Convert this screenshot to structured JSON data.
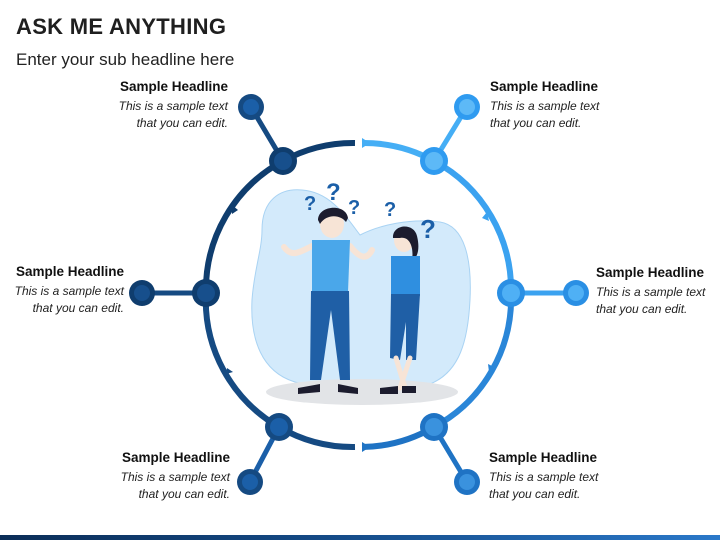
{
  "header": {
    "title": "ASK ME ANYTHING",
    "subtitle": "Enter your sub headline here"
  },
  "callouts": [
    {
      "headline": "Sample Headline",
      "line1": "This is a sample text",
      "line2": "that you can edit."
    },
    {
      "headline": "Sample Headline",
      "line1": "This is a sample text",
      "line2": "that you can edit."
    },
    {
      "headline": "Sample Headline",
      "line1": "This is a sample text",
      "line2": "that you can edit."
    },
    {
      "headline": "Sample Headline",
      "line1": "This is a sample text",
      "line2": "that you can edit."
    },
    {
      "headline": "Sample Headline",
      "line1": "This is a sample text",
      "line2": "that you can edit."
    },
    {
      "headline": "Sample Headline",
      "line1": "This is a sample text",
      "line2": "that you can edit."
    }
  ],
  "illustration": {
    "question_mark": "?"
  },
  "colors": {
    "dark_blue": "#0f3d6e",
    "mid_blue": "#1b5fa8",
    "light_blue": "#2f9bf0",
    "sky_blue": "#45aef5",
    "blob": "#d3eafb",
    "shirt": "#4aa7ea",
    "pants": "#1f5fa6",
    "shadow": "#e2e4e7"
  }
}
